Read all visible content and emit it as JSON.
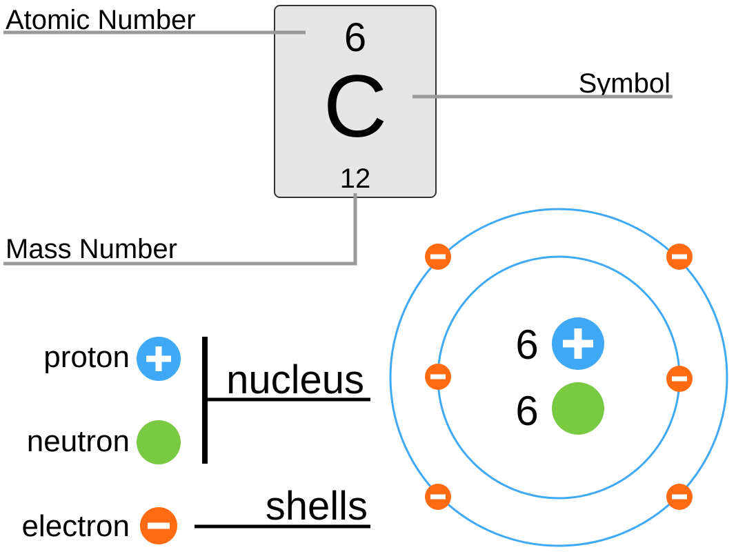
{
  "element_card": {
    "atomic_number": "6",
    "symbol": "C",
    "mass_number": "12"
  },
  "callouts": {
    "atomic_number_label": "Atomic Number",
    "symbol_label": "Symbol",
    "mass_number_label": "Mass Number"
  },
  "legend": {
    "proton_label": "proton",
    "neutron_label": "neutron",
    "electron_label": "electron",
    "nucleus_label": "nucleus",
    "shells_label": "shells"
  },
  "atom": {
    "proton_count": "6",
    "neutron_count": "6",
    "inner_shell_electrons": 2,
    "outer_shell_electrons": 4
  },
  "colors": {
    "proton": "#3fa9f5",
    "neutron": "#7ac943",
    "electron": "#ff6a13",
    "shell": "#3fa9f5",
    "card_fill": "#e6e6e6",
    "leader_line": "#999999"
  },
  "icons": {
    "proton": "plus-circle-icon",
    "neutron": "filled-circle-icon",
    "electron": "minus-circle-icon"
  }
}
